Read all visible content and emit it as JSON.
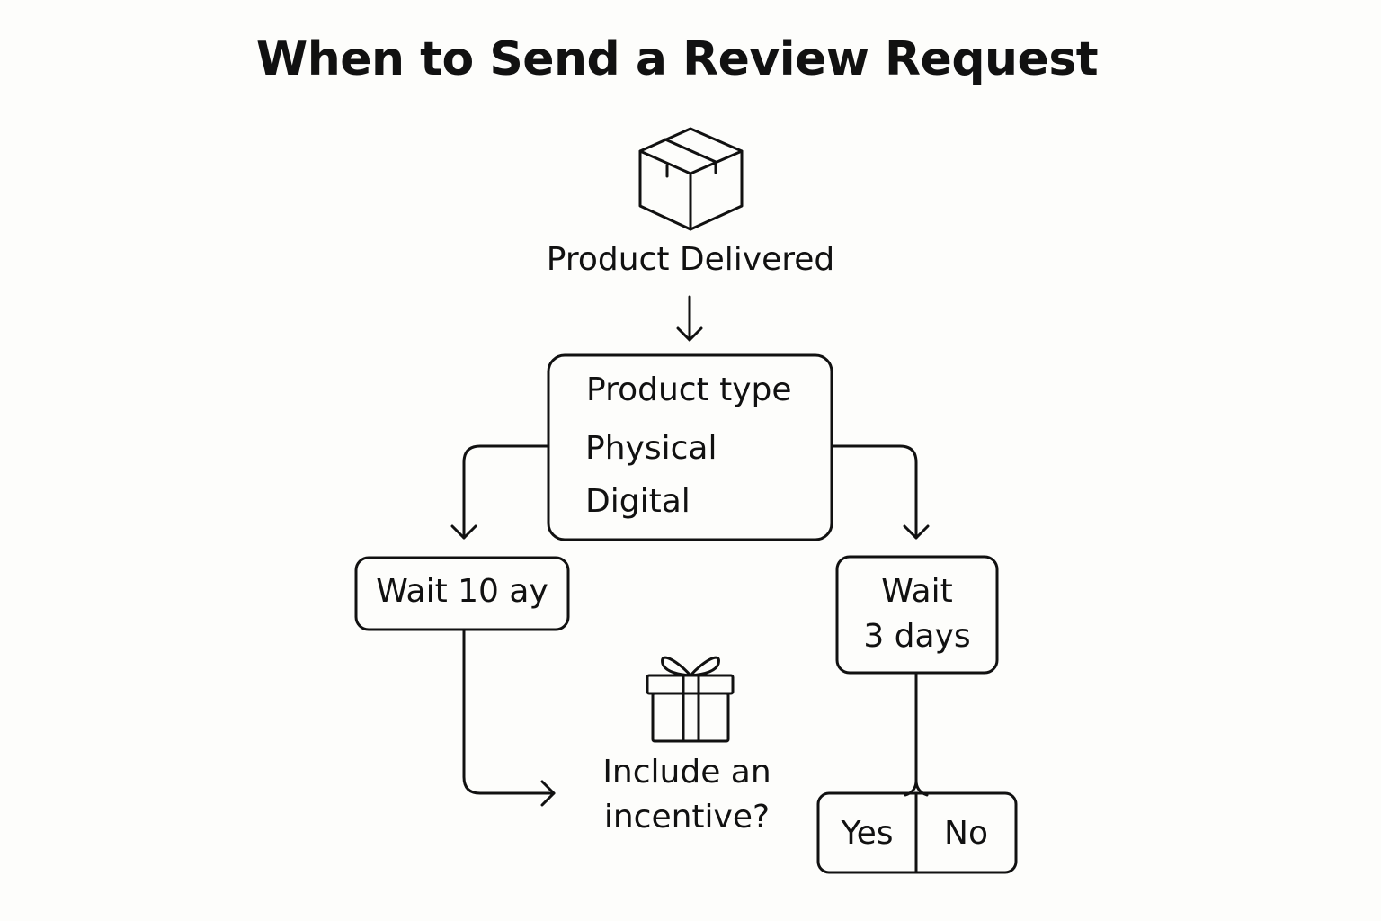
{
  "title": "When to Send a Review Request",
  "nodes": {
    "start": {
      "label": "Product Delivered",
      "icon": "package-box-icon"
    },
    "decision": {
      "heading": "Product type",
      "options": [
        "Physical",
        "Digital"
      ]
    },
    "wait_left": {
      "label": "Wait 10 ay"
    },
    "wait_right": {
      "line1": "Wait",
      "line2": "3 days"
    },
    "incentive": {
      "line1": "Include an",
      "line2": "incentive?",
      "icon": "gift-box-icon"
    },
    "answer": {
      "yes": "Yes",
      "no": "No"
    }
  },
  "colors": {
    "background": "#fdfdfb",
    "stroke": "#111111"
  }
}
